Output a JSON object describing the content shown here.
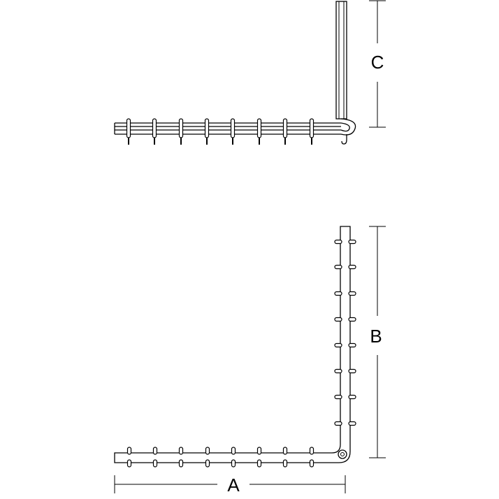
{
  "diagram": {
    "labels": {
      "width": "A",
      "depth": "B",
      "height": "C"
    }
  }
}
